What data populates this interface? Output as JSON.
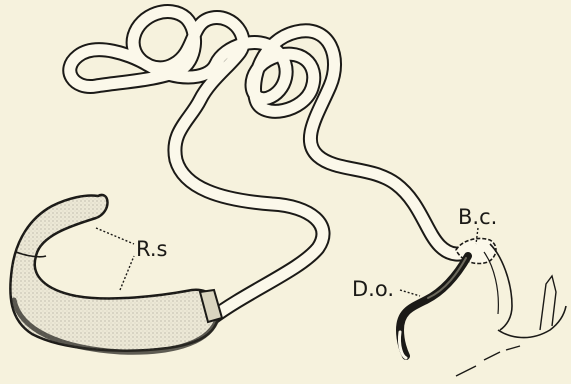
{
  "colors": {
    "paper": "#f6f2dd",
    "ink": "#1b1a17",
    "tube_fill": "#fbf8ea",
    "receptacle_fill": "#ece8d6"
  },
  "labels": {
    "receptaculum": "R.s",
    "bursa": "B.c.",
    "duct_opening": "D.o."
  }
}
